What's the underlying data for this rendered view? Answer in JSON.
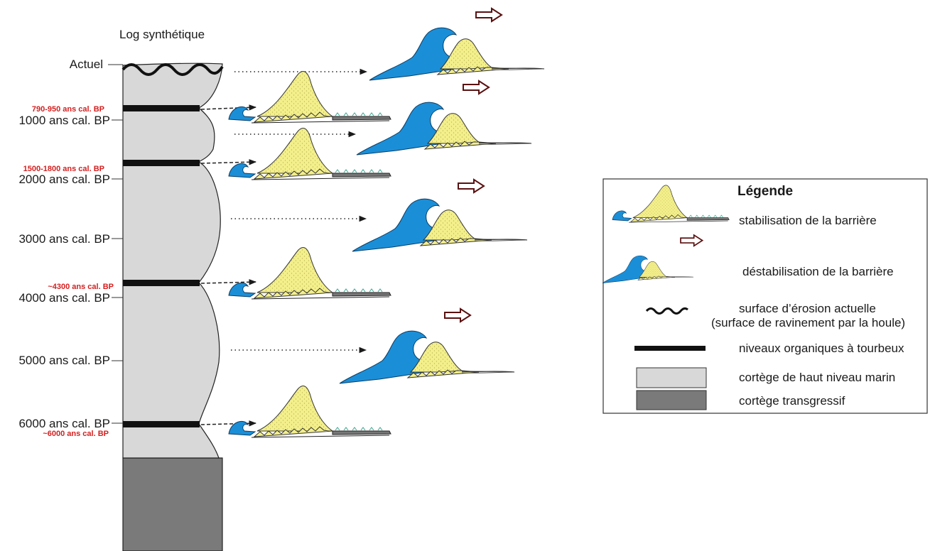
{
  "log": {
    "title": "Log synthétique",
    "top_label": "Actuel",
    "age_labels": [
      "1000 ans cal. BP",
      "2000 ans cal. BP",
      "3000 ans cal. BP",
      "4000 ans cal. BP",
      "5000 ans cal. BP",
      "6000 ans cal. BP"
    ],
    "organic_level_labels": [
      "790-950 ans cal. BP",
      "1500-1800 ans cal. BP",
      "~4300 ans cal. BP",
      "~6000 ans cal. BP"
    ]
  },
  "legend": {
    "title": "Légende",
    "items": {
      "stabilisation": "stabilisation de la barrière",
      "destabilisation": "déstabilisation de la barrière",
      "erosion_line1": "surface d’érosion actuelle",
      "erosion_line2": "(surface de ravinement par la houle)",
      "organic": "niveaux organiques à tourbeux",
      "high_stand": "cortège de haut niveau marin",
      "transgressive": "cortège transgressif"
    }
  },
  "colors": {
    "wave": "#1a8fd8",
    "sand": "#f3ef8a",
    "high_stand": "#d8d8d8",
    "transgressive": "#7a7a7a",
    "organic": "#111111",
    "arrow": "#5a1010",
    "red_label": "#d41f1f",
    "grass": "#3aa88f"
  }
}
